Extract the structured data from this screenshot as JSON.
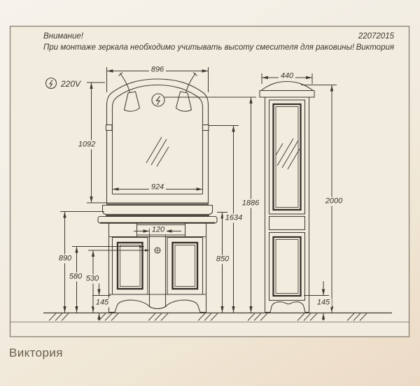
{
  "header": {
    "attention_title": "Внимание!",
    "attention_text": "При монтаже зеркала необходимо учитывать высоту смесителя для раковины!",
    "doc_number": "22072015",
    "doc_name": "Виктория"
  },
  "labels": {
    "voltage": "220V"
  },
  "dimensions": {
    "mirror_width": "896",
    "mirror_height": "1092",
    "glass_width": "924",
    "stile_width": "120",
    "splash_height": "890",
    "handle_upper": "580",
    "handle_lower": "530",
    "plinth_left": "145",
    "counter_height": "850",
    "mirror_bottom": "1634",
    "overall_left": "1886",
    "cabinet_width": "440",
    "cabinet_height": "2000",
    "plinth_right": "145"
  },
  "caption": "Виктория",
  "colors": {
    "paper": "#f2ecdf",
    "line": "#474139",
    "dim_line": "#3f3932",
    "accent_dark": "#322d26",
    "frame": "#8e8679",
    "caption_text": "#6a5c4b"
  }
}
